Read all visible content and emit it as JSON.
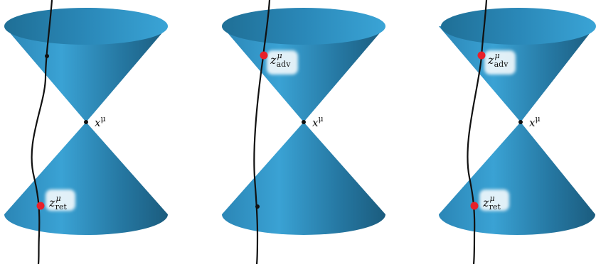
{
  "diagrams": [
    {
      "vertex_label": "x",
      "vertex_label_sup": "μ",
      "curve_points": [
        {
          "label": "z",
          "sup": "μ",
          "sub": "ret",
          "highlight": true,
          "position": "lower-cone"
        },
        {
          "label": "",
          "sup": "",
          "sub": "",
          "highlight": false,
          "position": "upper-cone"
        }
      ]
    },
    {
      "vertex_label": "x",
      "vertex_label_sup": "μ",
      "curve_points": [
        {
          "label": "z",
          "sup": "μ",
          "sub": "adv",
          "highlight": true,
          "position": "upper-cone"
        },
        {
          "label": "",
          "sup": "",
          "sub": "",
          "highlight": false,
          "position": "lower-cone"
        }
      ]
    },
    {
      "vertex_label": "x",
      "vertex_label_sup": "μ",
      "curve_points": [
        {
          "label": "z",
          "sup": "μ",
          "sub": "adv",
          "highlight": true,
          "position": "upper-cone"
        },
        {
          "label": "z",
          "sup": "μ",
          "sub": "ret",
          "highlight": true,
          "position": "lower-cone"
        }
      ]
    }
  ],
  "colors": {
    "cone_light": "#3a9fcf",
    "cone_mid": "#2a84b0",
    "cone_dark": "#1a5a7a",
    "cone_rim": "#2b8bbd",
    "worldline": "#111111",
    "highlight_point": "#e8202a",
    "plain_point": "#111111"
  }
}
